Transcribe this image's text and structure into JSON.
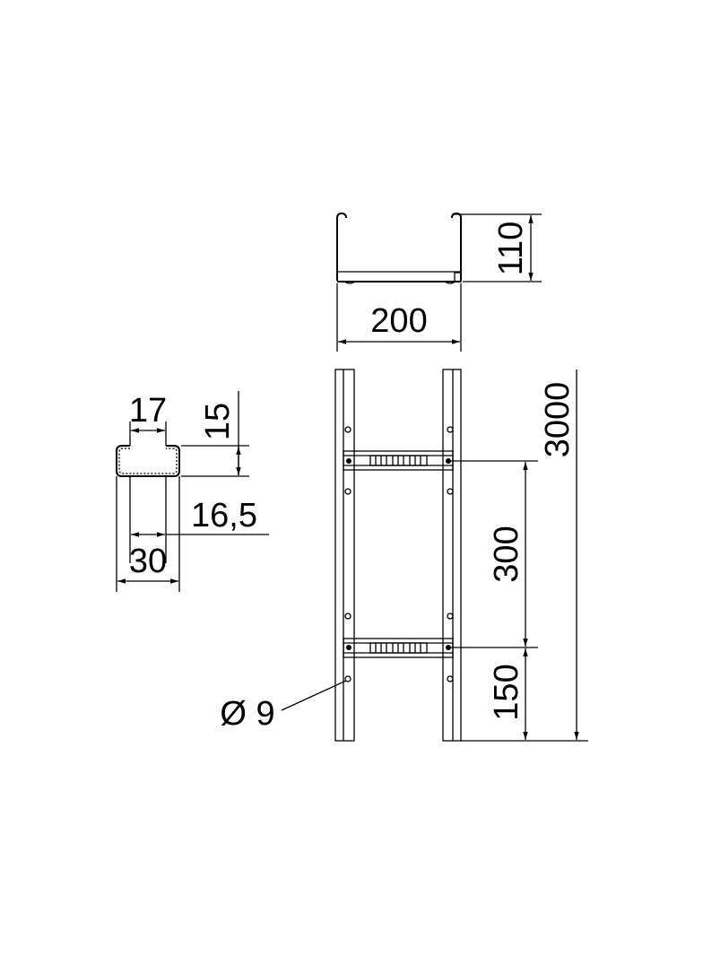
{
  "drawing": {
    "type": "cable ladder technical drawing",
    "line_color": "#000000",
    "background": "#ffffff"
  },
  "end_view": {
    "width_label": "200",
    "height_label": "110"
  },
  "profile_section": {
    "top_opening_label": "17",
    "height_label": "15",
    "inner_width_label": "16,5",
    "outer_width_label": "30"
  },
  "side_view": {
    "total_length_label": "3000",
    "rung_spacing_label": "300",
    "end_offset_label": "150",
    "hole_label": "Ø 9"
  }
}
